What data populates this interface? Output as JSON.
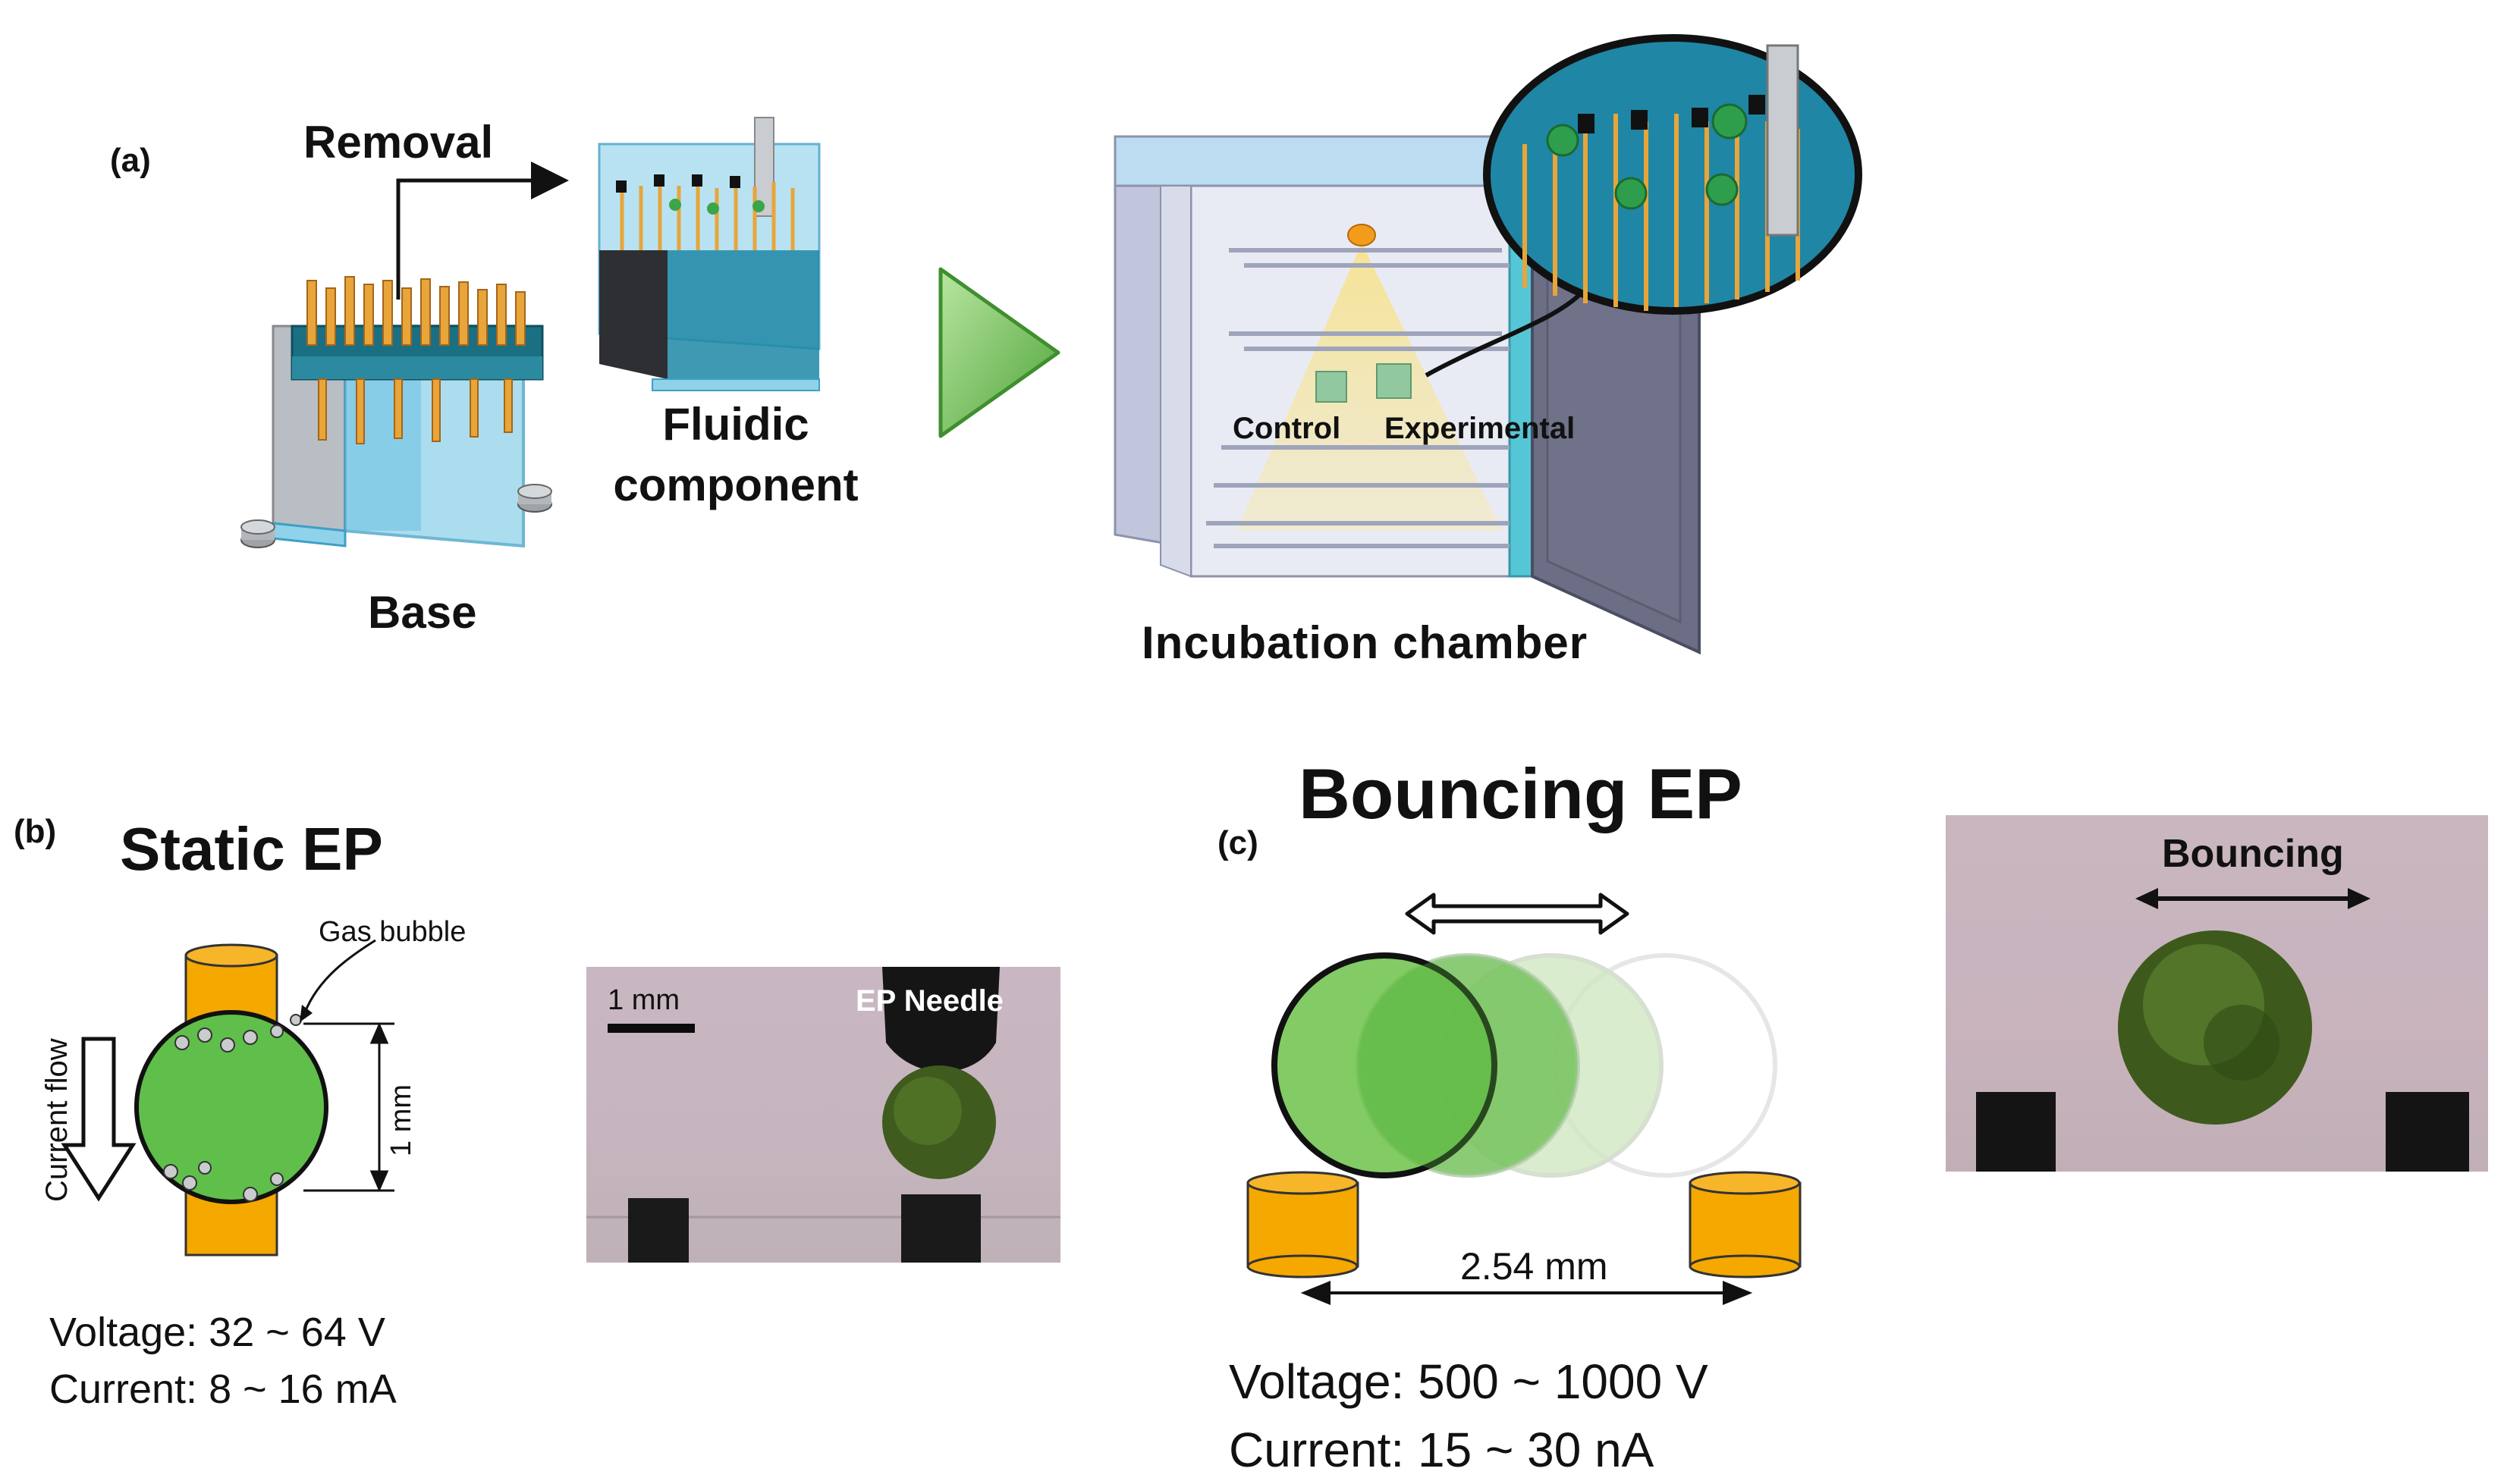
{
  "panel_a": {
    "label": "(a)",
    "removal": "Removal",
    "base": "Base",
    "fluidic_1": "Fluidic",
    "fluidic_2": "component",
    "control": "Control",
    "experimental": "Experimental",
    "incubation": "Incubation chamber"
  },
  "panel_b": {
    "label": "(b)",
    "title": "Static EP",
    "gas_bubble": "Gas bubble",
    "current_flow": "Current flow",
    "dimension": "1 mm",
    "voltage": "Voltage: 32 ~ 64 V",
    "current": "Current: 8 ~ 16 mA",
    "photo_scale": "1 mm",
    "photo_label": "EP Needle"
  },
  "panel_c": {
    "label": "(c)",
    "title": "Bouncing EP",
    "spacing": "2.54 mm",
    "voltage": "Voltage: 500 ~ 1000 V",
    "current": "Current: 15 ~ 30 nA",
    "photo_label": "Bouncing"
  },
  "colors": {
    "electrode": "#f5a800",
    "cell_green": "#5fbf4a",
    "arrow_green": "#6cc24a",
    "chamber_frame": "#aab0c8",
    "photo_bg": "#c9b6bf",
    "dark_needle": "#151515"
  }
}
